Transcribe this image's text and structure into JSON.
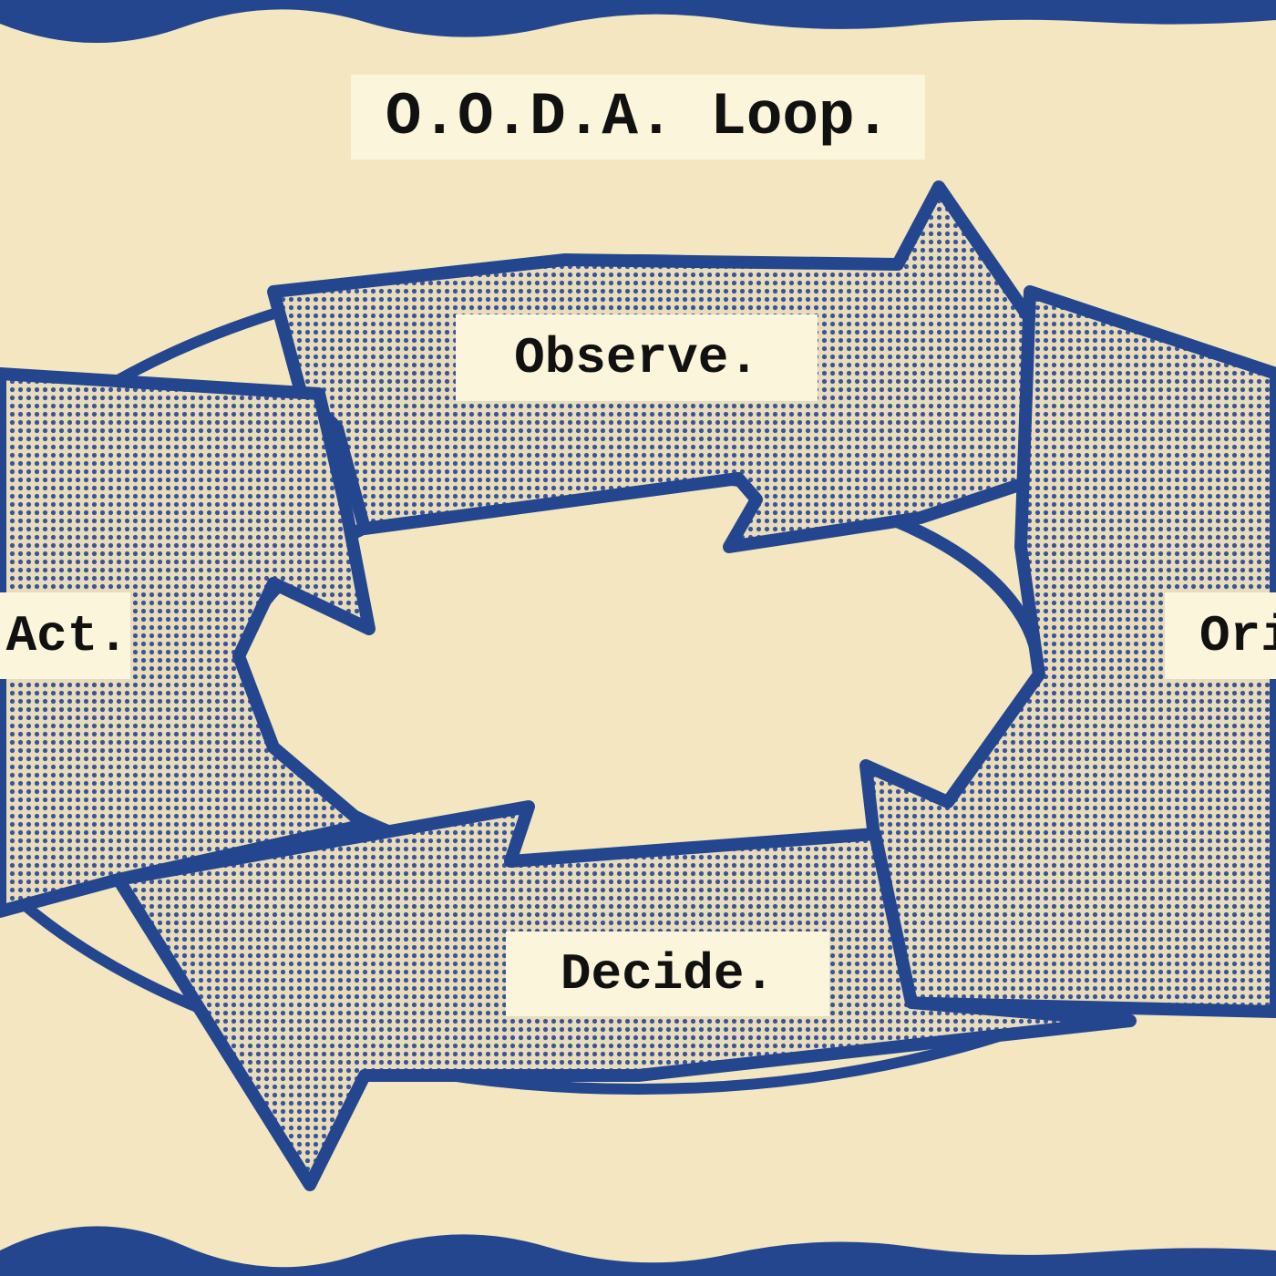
{
  "title": "O.O.D.A. Loop.",
  "stages": {
    "observe": "Observe.",
    "orient": "Orient.",
    "decide": "Decide.",
    "act": "Act."
  },
  "colors": {
    "blue": "#24468f",
    "paper": "#f3e6c0",
    "label_bg": "#fbf5dc"
  }
}
